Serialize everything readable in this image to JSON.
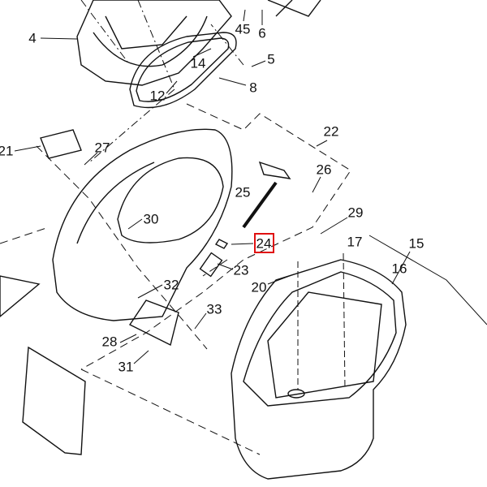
{
  "diagram": {
    "highlight_color": "#e01010",
    "highlighted_part": "24",
    "part_labels": [
      "4",
      "45",
      "6",
      "5",
      "14",
      "12",
      "8",
      "21",
      "27",
      "22",
      "26",
      "25",
      "30",
      "29",
      "24",
      "17",
      "15",
      "16",
      "23",
      "20",
      "32",
      "33",
      "28",
      "31"
    ]
  }
}
